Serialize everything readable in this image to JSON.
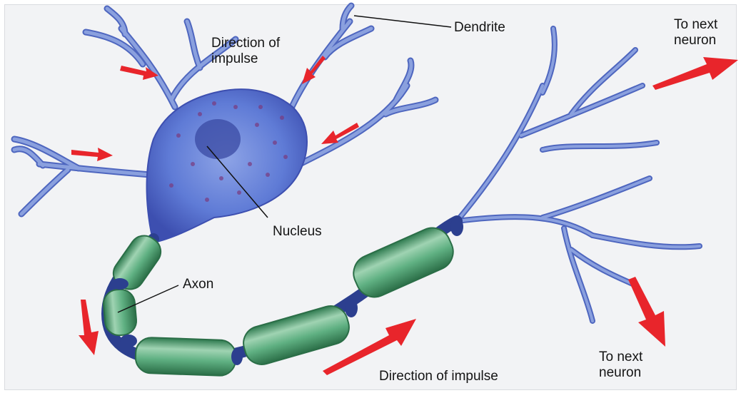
{
  "labels": {
    "dendrite": "Dendrite",
    "direction_top": "Direction of\nimpulse",
    "to_next_neuron_top": "To next\nneuron",
    "nucleus": "Nucleus",
    "axon": "Axon",
    "to_next_neuron_bottom": "To next\nneuron",
    "direction_bottom": "Direction of impulse"
  },
  "colors": {
    "background": "#f2f3f5",
    "soma": "#5f7bd6",
    "soma_dark": "#3d4fb0",
    "nucleus": "#3a4aa3",
    "dendrite": "#8aa0de",
    "dendrite_edge": "#4e66bf",
    "myelin": "#5fb082",
    "myelin_dark": "#2e7a4f",
    "node": "#2c3f8f",
    "arrow": "#e8252b",
    "text": "#141414",
    "leader_line": "#111111"
  }
}
